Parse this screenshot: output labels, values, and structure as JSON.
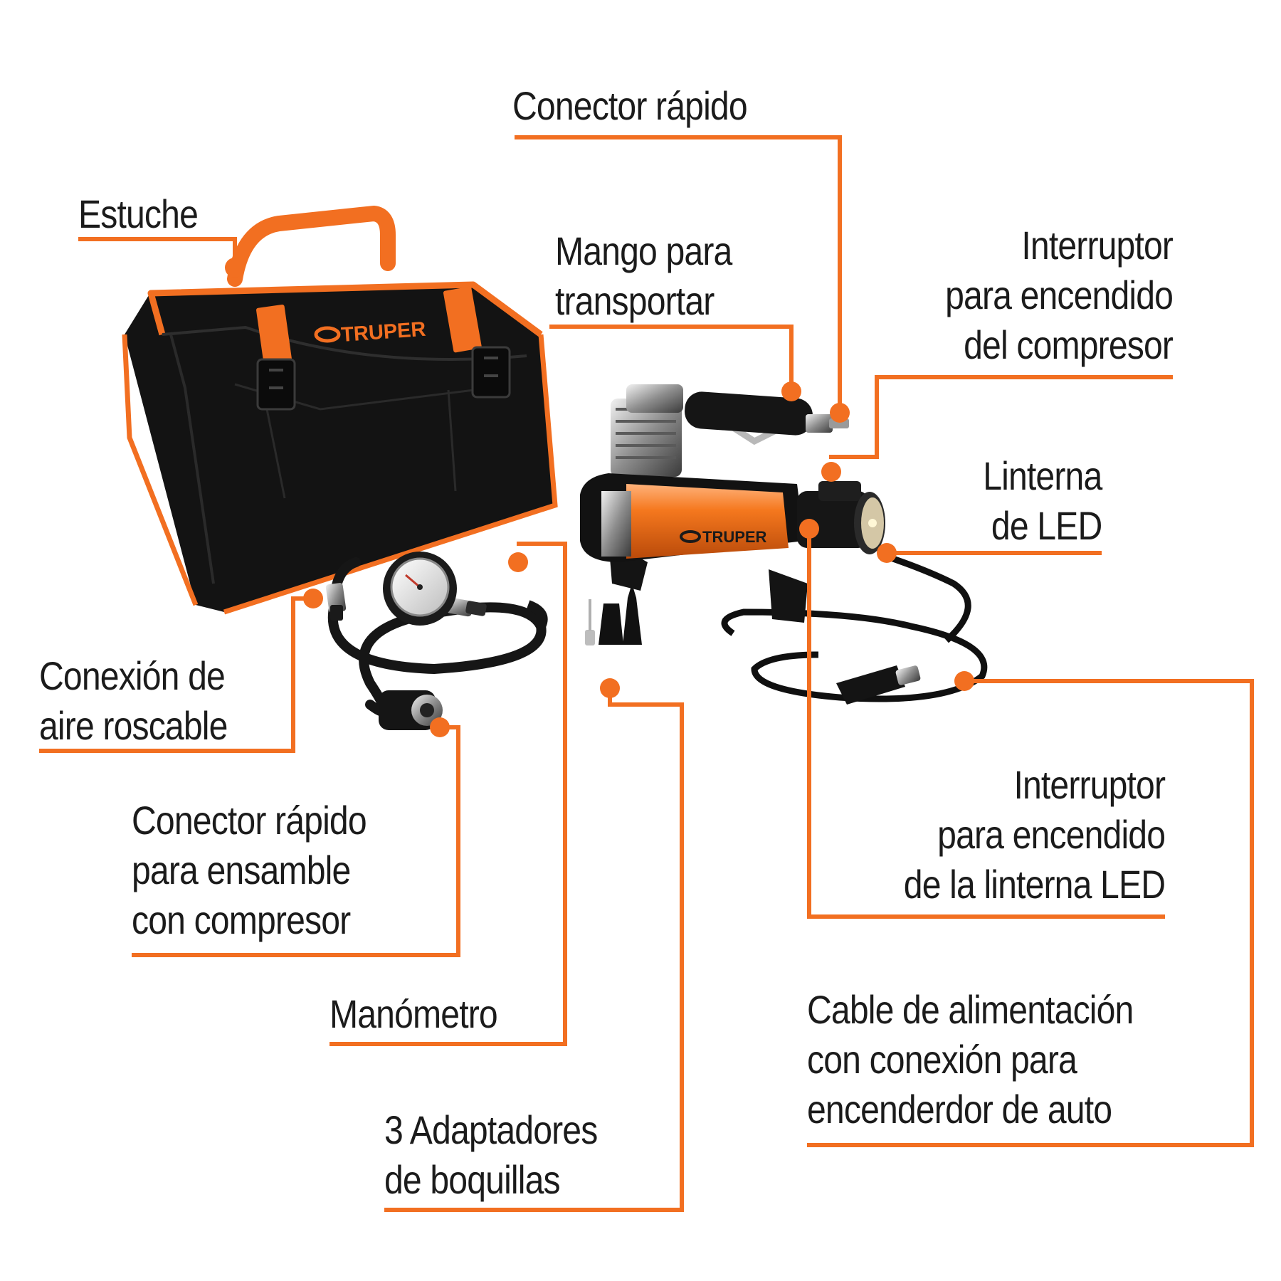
{
  "colors": {
    "accent": "#f26f21",
    "text": "#1b1b1b",
    "bag": "#141414"
  },
  "bag": {
    "brand": "TRUPER"
  },
  "compressor": {
    "brand": "TRUPER"
  },
  "labels": {
    "estuche": "Estuche",
    "conector_rapido": "Conector rápido",
    "mango": [
      "Mango para",
      "transportar"
    ],
    "interruptor_compresor": [
      "Interruptor",
      "para encendido",
      "del compresor"
    ],
    "linterna": [
      "Linterna",
      "de LED"
    ],
    "conexion_aire": [
      "Conexión de",
      "aire roscable"
    ],
    "conector_ensamble": [
      "Conector rápido",
      "para ensamble",
      "con compresor"
    ],
    "manometro": "Manómetro",
    "interruptor_linterna": [
      "Interruptor",
      "para encendido",
      "de la linterna LED"
    ],
    "cable": [
      "Cable de alimentación",
      "con conexión para",
      "encenderdor de auto"
    ],
    "adaptadores": [
      "3 Adaptadores",
      "de boquillas"
    ]
  }
}
